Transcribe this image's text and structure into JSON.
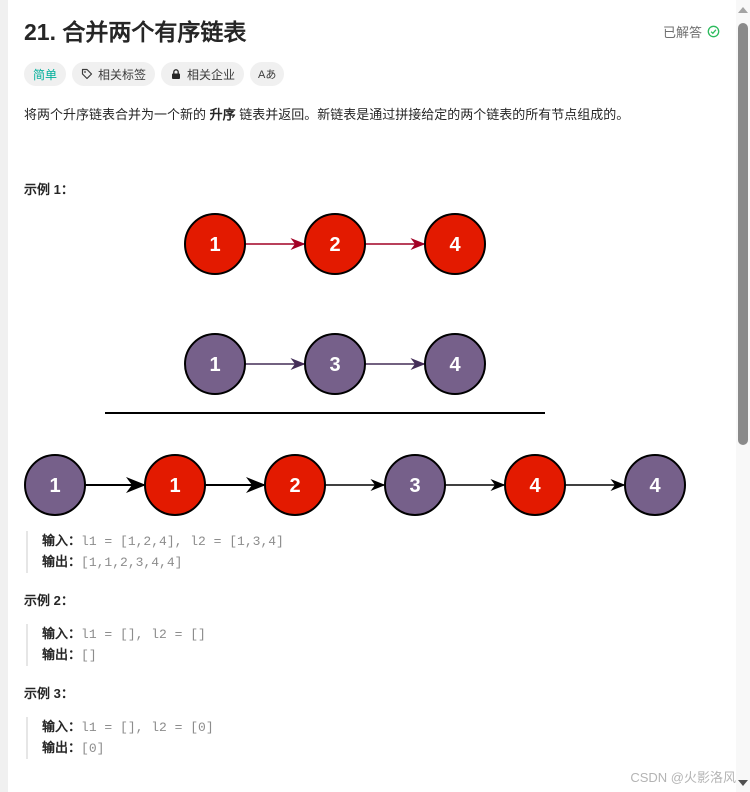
{
  "problem": {
    "title": "21. 合并两个有序链表",
    "status_label": "已解答",
    "status_color": "#2cbb5d"
  },
  "tags": [
    {
      "label": "简单",
      "icon": null,
      "color": "#00af9b"
    },
    {
      "label": "相关标签",
      "icon": "tag-icon"
    },
    {
      "label": "相关企业",
      "icon": "lock-icon"
    },
    {
      "label": "Aあ",
      "icon": "translate-icon"
    }
  ],
  "description": {
    "part1": "将两个升序链表合并为一个新的 ",
    "bold": "升序",
    "part2": " 链表并返回。新链表是通过拼接给定的两个链表的所有节点组成的。"
  },
  "examples": [
    {
      "label": "示例 1：",
      "input_key": "输入：",
      "input_val": "l1 = [1,2,4], l2 = [1,3,4]",
      "output_key": "输出：",
      "output_val": "[1,1,2,3,4,4]"
    },
    {
      "label": "示例 2：",
      "input_key": "输入：",
      "input_val": "l1 = [], l2 = []",
      "output_key": "输出：",
      "output_val": "[]"
    },
    {
      "label": "示例 3：",
      "input_key": "输入：",
      "input_val": "l1 = [], l2 = [0]",
      "output_key": "输出：",
      "output_val": "[0]"
    }
  ],
  "diagram": {
    "colors": {
      "red": "#e31a00",
      "purple": "#76608a",
      "red_arrow": "#a20025",
      "purple_arrow": "#432d57"
    },
    "list1": [
      "1",
      "2",
      "4"
    ],
    "list2": [
      "1",
      "3",
      "4"
    ],
    "merged": [
      {
        "v": "1",
        "c": "purple"
      },
      {
        "v": "1",
        "c": "red"
      },
      {
        "v": "2",
        "c": "red"
      },
      {
        "v": "3",
        "c": "purple"
      },
      {
        "v": "4",
        "c": "red"
      },
      {
        "v": "4",
        "c": "purple"
      }
    ]
  },
  "watermark": "CSDN @火影洛风"
}
